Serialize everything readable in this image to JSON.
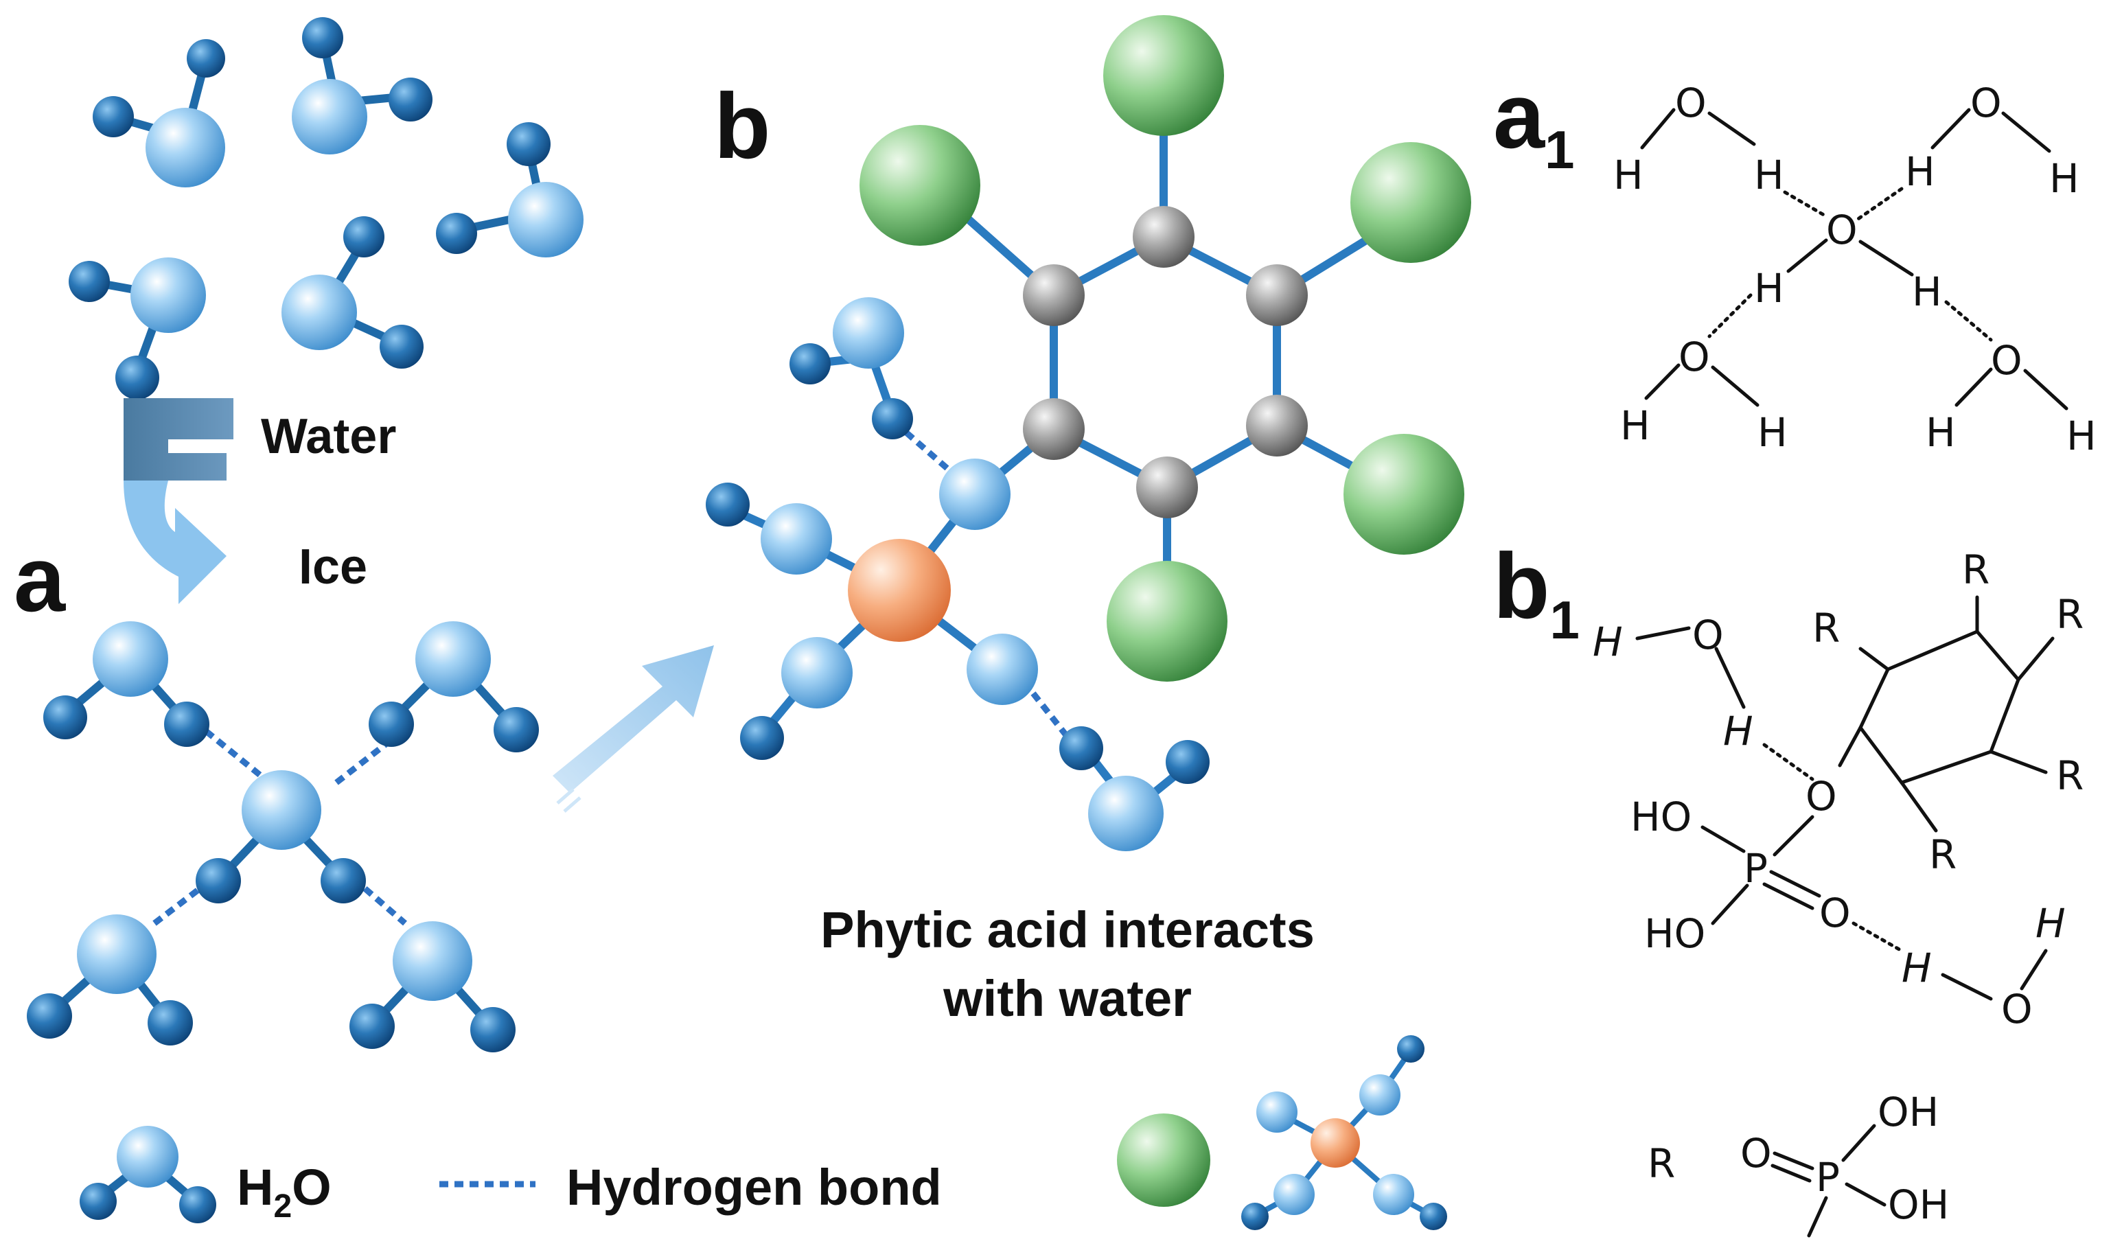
{
  "panels": {
    "a": "a",
    "b": "b",
    "a1_main": "a",
    "a1_sub": "1",
    "b1_main": "b",
    "b1_sub": "1"
  },
  "transition": {
    "water": "Water",
    "ice": "Ice"
  },
  "caption": {
    "line1": "Phytic acid interacts",
    "line2": "with water"
  },
  "legend": {
    "h2o_main": "H",
    "h2o_sub": "2",
    "h2o_tail": "O",
    "hbond": "Hydrogen bond"
  },
  "atoms": {
    "H": "H",
    "O": "O",
    "R": "R",
    "P": "P",
    "HO": "HO",
    "OH": "OH"
  },
  "colors": {
    "water_blue": "#1f6aa8",
    "light_blue": "#8cc4ee",
    "carbon_gray": "#9a9a9a",
    "green": "#6cc06c",
    "phosphorus_orange": "#f3a070",
    "hbond_dash": "#2f72c4"
  }
}
